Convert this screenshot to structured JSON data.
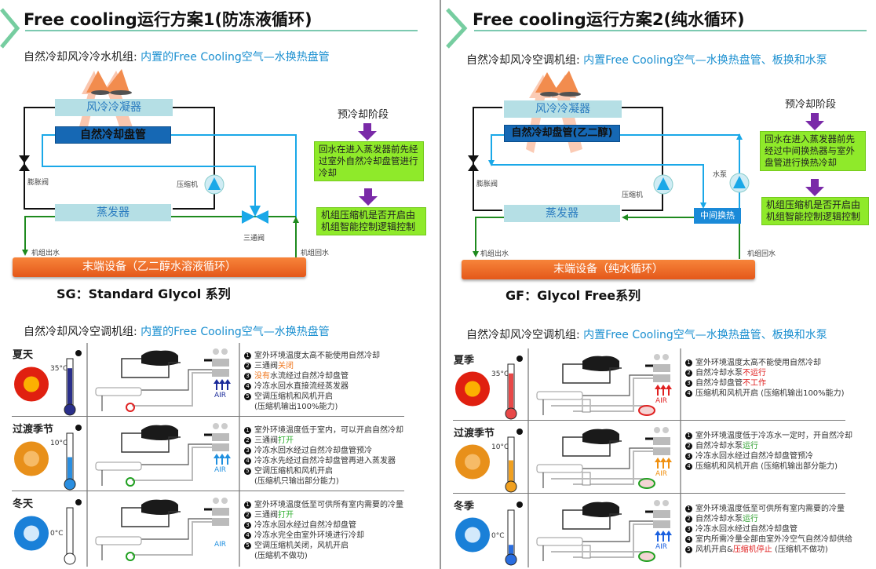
{
  "panels": [
    {
      "title": "Free cooling运行方案1(防冻液循环)",
      "subtitle_prefix": "自然冷却风冷冷水机组: ",
      "subtitle_highlight": "内置的Free Cooling空气—水换热盘管",
      "condenser": "风冷冷凝器",
      "coil": "自然冷却盘管",
      "evaporator": "蒸发器",
      "expansion_valve": "膨胀阀",
      "compressor": "压缩机",
      "three_way_valve": "三通阀",
      "outlet": "机组出水",
      "return": "机组回水",
      "terminal": "末端设备（乙二醇水溶液循环）",
      "stage": "预冷却阶段",
      "step1": "回水在进入蒸发器前先经过室外自然冷却盘管进行冷却",
      "step2": "机组压缩机是否开启由机组智能控制逻辑控制",
      "series": "SG：Standard Glycol 系列"
    },
    {
      "title": "Free cooling运行方案2(纯水循环)",
      "subtitle_prefix": "自然冷却风冷空调机组: ",
      "subtitle_highlight": "内置Free Cooling空气—水换热盘管、板换和水泵",
      "condenser": "风冷冷凝器",
      "coil": "自然冷却盘管(乙二醇)",
      "evaporator": "蒸发器",
      "expansion_valve": "膨胀阀",
      "compressor": "压缩机",
      "water_pump": "水泵",
      "intermediate_hx": "中间换热",
      "outlet": "机组出水",
      "return": "机组回水",
      "terminal": "末端设备（纯水循环）",
      "stage": "预冷却阶段",
      "step1": "回水在进入蒸发器前先经过中间换热器与室外盘管进行换热冷却",
      "step2": "机组压缩机是否开启由机组智能控制逻辑控制",
      "series": "GF：Glycol Free系列"
    }
  ],
  "modes": [
    {
      "subtitle_prefix": "自然冷却风冷空调机组: ",
      "subtitle_highlight": "内置的Free Cooling空气—水换热盘管",
      "air": "AIR",
      "rows": [
        {
          "season": "夏天",
          "temp": "35°C",
          "icon": "sun-icon",
          "icon_color": "#e02010",
          "thermo_level": 0.8,
          "thermo_color": "#2a2f8a",
          "arrows": true,
          "arrow_color": "#1a2a9a",
          "valve": "red",
          "items": [
            {
              "n": "1",
              "segs": [
                {
                  "t": "室外环境温度太高不能使用自然冷却"
                }
              ]
            },
            {
              "n": "2",
              "segs": [
                {
                  "t": "三通阀"
                },
                {
                  "t": "关闭",
                  "c": "#f07820"
                }
              ]
            },
            {
              "n": "3",
              "segs": [
                {
                  "t": "没有",
                  "c": "#f07820"
                },
                {
                  "t": "水流经过自然冷却盘管"
                }
              ]
            },
            {
              "n": "4",
              "segs": [
                {
                  "t": "冷冻水回水直接流经蒸发器"
                }
              ]
            },
            {
              "n": "5",
              "segs": [
                {
                  "t": "空调压缩机和风机开启"
                }
              ]
            },
            {
              "n": "",
              "segs": [
                {
                  "t": "(压缩机输出100%能力)"
                }
              ]
            }
          ]
        },
        {
          "season": "过渡季节",
          "temp": "10°C",
          "icon": "leaf-icon",
          "icon_color": "#e8901a",
          "thermo_level": 0.5,
          "thermo_color": "#2a8ee0",
          "arrows": true,
          "arrow_color": "#2090e0",
          "valve": "green",
          "items": [
            {
              "n": "1",
              "segs": [
                {
                  "t": "室外环境温度低于室内，可以开启自然冷却"
                }
              ]
            },
            {
              "n": "2",
              "segs": [
                {
                  "t": "三通阀"
                },
                {
                  "t": "打开",
                  "c": "#30b030"
                }
              ]
            },
            {
              "n": "3",
              "segs": [
                {
                  "t": "冷冻水回水经过自然冷却盘管预冷"
                }
              ]
            },
            {
              "n": "4",
              "segs": [
                {
                  "t": "冷冻水先经过自然冷却盘管再进入蒸发器"
                }
              ]
            },
            {
              "n": "5",
              "segs": [
                {
                  "t": "空调压缩机和风机开启"
                }
              ]
            },
            {
              "n": "",
              "segs": [
                {
                  "t": "(压缩机只输出部分能力)"
                }
              ]
            }
          ]
        },
        {
          "season": "冬天",
          "temp": "0°C",
          "icon": "snowflake-icon",
          "icon_color": "#1a80d8",
          "thermo_level": 0,
          "thermo_color": "#2a8ee0",
          "arrows": false,
          "arrow_color": "#2090e0",
          "valve": "green",
          "items": [
            {
              "n": "1",
              "segs": [
                {
                  "t": "室外环境温度低至可供所有室内需要的冷量"
                }
              ]
            },
            {
              "n": "2",
              "segs": [
                {
                  "t": "三通阀"
                },
                {
                  "t": "打开",
                  "c": "#30b030"
                }
              ]
            },
            {
              "n": "3",
              "segs": [
                {
                  "t": "冷冻水回水经过自然冷却盘管"
                }
              ]
            },
            {
              "n": "4",
              "segs": [
                {
                  "t": "冷冻水完全由室外环境进行冷却"
                }
              ]
            },
            {
              "n": "5",
              "segs": [
                {
                  "t": "空调压缩机关闭，风机开启"
                }
              ]
            },
            {
              "n": "",
              "segs": [
                {
                  "t": "(压缩机不做功)"
                }
              ]
            }
          ]
        }
      ]
    },
    {
      "subtitle_prefix": "自然冷却风冷空调机组: ",
      "subtitle_highlight": "内置Free Cooling空气—水换热盘管、板换和水泵",
      "air": "AIR",
      "rows": [
        {
          "season": "夏季",
          "temp": "35°C",
          "icon": "sun-icon",
          "icon_color": "#e02010",
          "thermo_level": 0.8,
          "thermo_color": "#e84848",
          "arrows": true,
          "arrow_color": "#e02020",
          "valve": "red",
          "items": [
            {
              "n": "1",
              "segs": [
                {
                  "t": "室外环境温度太高不能使用自然冷却"
                }
              ]
            },
            {
              "n": "2",
              "segs": [
                {
                  "t": "自然冷却水泵"
                },
                {
                  "t": "不运行",
                  "c": "#e02020"
                }
              ]
            },
            {
              "n": "3",
              "segs": [
                {
                  "t": "自然冷却盘管"
                },
                {
                  "t": "不工作",
                  "c": "#e02020"
                }
              ]
            },
            {
              "n": "4",
              "segs": [
                {
                  "t": "压缩机和风机开启 (压缩机输出100%能力)"
                }
              ]
            }
          ]
        },
        {
          "season": "过渡季节",
          "temp": "10°C",
          "icon": "leaf-icon",
          "icon_color": "#e8901a",
          "thermo_level": 0.5,
          "thermo_color": "#f0a020",
          "arrows": true,
          "arrow_color": "#f09010",
          "valve": "green",
          "items": [
            {
              "n": "1",
              "segs": [
                {
                  "t": "室外环境温度低于冷冻水一定时，开自然冷却"
                }
              ]
            },
            {
              "n": "2",
              "segs": [
                {
                  "t": "自然冷却水泵"
                },
                {
                  "t": "运行",
                  "c": "#30a030"
                }
              ]
            },
            {
              "n": "3",
              "segs": [
                {
                  "t": "冷冻水回水经过自然冷却盘管预冷"
                }
              ]
            },
            {
              "n": "4",
              "segs": [
                {
                  "t": "压缩机和风机开启 (压缩机输出部分能力)"
                }
              ]
            }
          ]
        },
        {
          "season": "冬季",
          "temp": "0°C",
          "icon": "snowflake-icon",
          "icon_color": "#1a80d8",
          "thermo_level": 0.25,
          "thermo_color": "#2a6ee0",
          "arrows": true,
          "arrow_color": "#1a60e0",
          "valve": "green",
          "items": [
            {
              "n": "1",
              "segs": [
                {
                  "t": "室外环境温度低至可供所有室内需要的冷量"
                }
              ]
            },
            {
              "n": "2",
              "segs": [
                {
                  "t": "自然冷却水泵"
                },
                {
                  "t": "运行",
                  "c": "#30a030"
                }
              ]
            },
            {
              "n": "3",
              "segs": [
                {
                  "t": "冷冻水回水经过自然冷却盘管"
                }
              ]
            },
            {
              "n": "4",
              "segs": [
                {
                  "t": "室内所需冷量全部由室外冷空气自然冷却供给"
                }
              ]
            },
            {
              "n": "5",
              "segs": [
                {
                  "t": "风机开启&"
                },
                {
                  "t": "压缩机停止",
                  "c": "#e02020"
                },
                {
                  "t": " (压缩机不做功)"
                }
              ]
            }
          ]
        }
      ]
    }
  ]
}
